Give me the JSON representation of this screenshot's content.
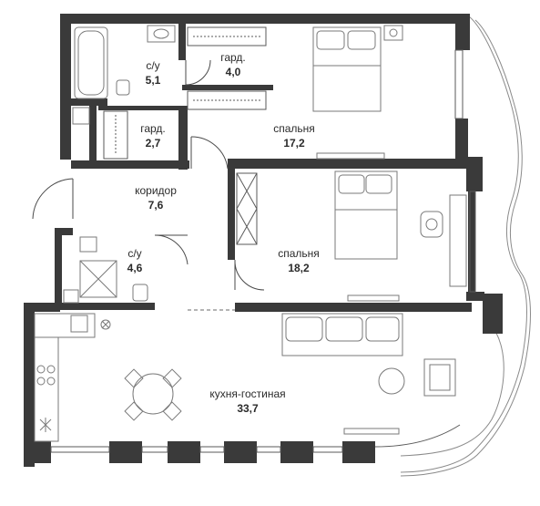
{
  "rooms": [
    {
      "id": "bath1",
      "name": "с/у",
      "area": "5,1"
    },
    {
      "id": "closet1",
      "name": "гард.",
      "area": "4,0"
    },
    {
      "id": "closet2",
      "name": "гард.",
      "area": "2,7"
    },
    {
      "id": "bedroom1",
      "name": "спальня",
      "area": "17,2"
    },
    {
      "id": "corridor",
      "name": "коридор",
      "area": "7,6"
    },
    {
      "id": "bath2",
      "name": "с/у",
      "area": "4,6"
    },
    {
      "id": "bedroom2",
      "name": "спальня",
      "area": "18,2"
    },
    {
      "id": "living",
      "name": "кухня-гостиная",
      "area": "33,7"
    }
  ],
  "colors": {
    "wall": "#3a3a3a",
    "furniture": "#7a7a7a",
    "background": "#ffffff"
  }
}
